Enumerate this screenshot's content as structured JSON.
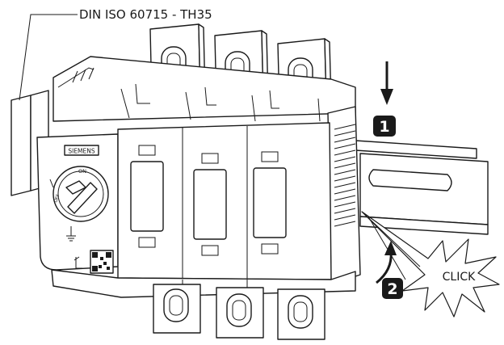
{
  "annotation": {
    "rail_standard": "DIN ISO 60715 - TH35",
    "click_label": "CLICK"
  },
  "steps": [
    {
      "number": "1",
      "action": "press down"
    },
    {
      "number": "2",
      "action": "snap in"
    }
  ],
  "device": {
    "brand": "SIEMENS",
    "handle_on": "ON",
    "handle_off": "OFF",
    "pole_count": 3
  },
  "colors": {
    "line": "#1a1a1a",
    "badge": "#1a1a1a",
    "badge_text": "#ffffff",
    "fill": "#ffffff",
    "fins": "#555555"
  }
}
